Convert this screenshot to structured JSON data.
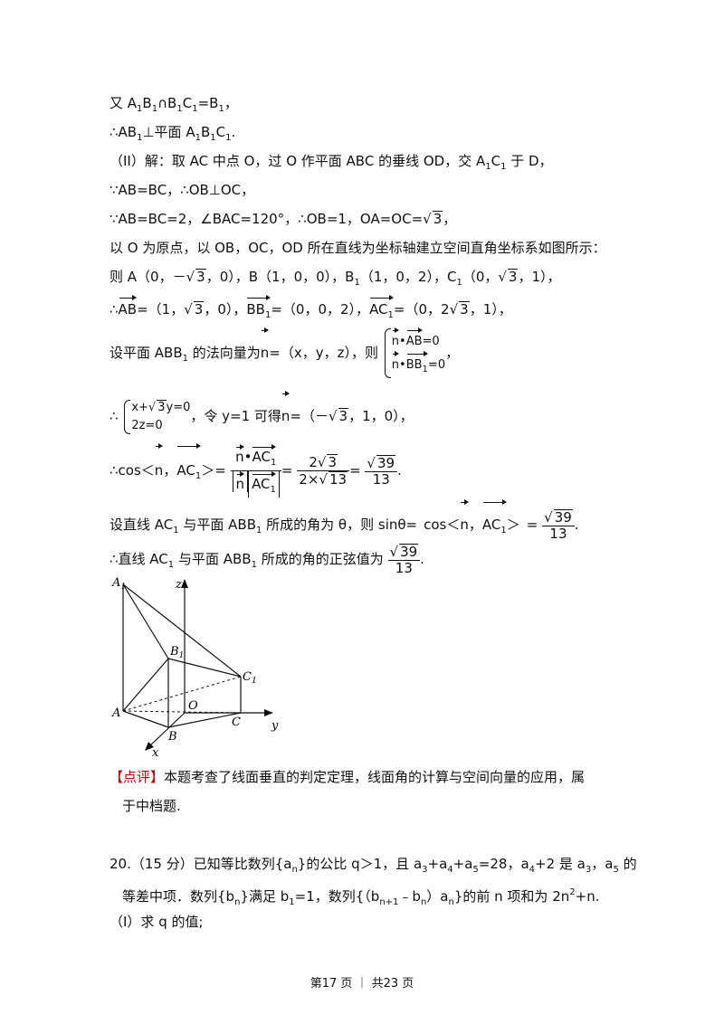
{
  "lines": {
    "l1": {
      "a": "又 A",
      "b": "1",
      "c": "B",
      "d": "1",
      "e": "∩B",
      "f": "1",
      "g": "C",
      "h": "1",
      "i": "=B",
      "j": "1",
      "k": "，"
    },
    "l2": {
      "a": "∴AB",
      "b": "1",
      "c": "⊥平面 A",
      "d": "1",
      "e": "B",
      "f": "1",
      "g": "C",
      "h": "1",
      "i": "."
    },
    "l3": "（II）解：取 AC 中点 O，过 O 作平面 ABC 的垂线 OD，交 A",
    "l3b": "1",
    "l3c": "C",
    "l3d": "1",
    "l3e": " 于 D，",
    "l4": "∵AB=BC，∴OB⊥OC，",
    "l5a": "∵AB=BC=2，∠BAC=120°，∴OB=1，OA=OC=",
    "l6": "以 O 为原点，以 OB，OC，OD 所在直线为坐标轴建立空间直角坐标系如图所示：",
    "l7": {
      "a": "则 A（0，－",
      "b": "，0），B（1，0，0），B",
      "c": "1",
      "d": "（1，0，2），C",
      "e": "1",
      "f": "（0，",
      "g": "，1），"
    },
    "l8": {
      "a": "∴",
      "b": "=（1，",
      "c": "，0），",
      "d": "=（0，0，2），",
      "e": "=（0，2",
      "f": "，1），"
    },
    "l9": {
      "a": "设平面 ABB",
      "b": "1",
      "c": " 的法向量为",
      "d": "=（x，y，z），则",
      "e1": "•",
      "e2": "=0",
      "f1": "•",
      "f2": "=0",
      "g": "，"
    },
    "l10": {
      "a": "∴",
      "s1": "x+",
      "s1b": "y=0",
      "s2": "2z=0",
      "b": "，令 y=1 可得",
      "c": "=（－",
      "d": "，1，0），"
    },
    "l11": {
      "a": "∴cos＜",
      "b": "，",
      "c": "＞=",
      "d": "=",
      "e": "=",
      "f": "."
    },
    "l12": {
      "a": "设直线 AC",
      "b": "1",
      "c": " 与平面 ABB",
      "d": "1",
      "e": " 所成的角为 θ，则 sinθ=",
      "f": "cos＜",
      "g": "，",
      "h": "＞",
      "i": "=",
      "j": "."
    },
    "l13": {
      "a": "∴直线 AC",
      "b": "1",
      "c": " 与平面 ABB",
      "d": "1",
      "e": " 所成的角的正弦值为",
      "f": "."
    }
  },
  "math": {
    "sqrt3": "√",
    "r3": "3",
    "r39": "39",
    "r13": "13",
    "n": "n",
    "AB": "AB",
    "BB1": "BB",
    "AC1": "AC",
    "one": "1",
    "two": "2",
    "two_times": "2×",
    "den13": "13"
  },
  "comment": {
    "tag": "【点评】",
    "text1": "本题考查了线面垂直的判定定理，线面角的计算与空间向量的应用，属",
    "text2": "于中档题."
  },
  "q20": {
    "l1a": "20.（15 分）已知等比数列{a",
    "l1b": "n",
    "l1c": "}的公比 q＞1，且 a",
    "l1d": "3",
    "l1e": "+a",
    "l1f": "4",
    "l1g": "+a",
    "l1h": "5",
    "l1i": "=28，a",
    "l1j": "4",
    "l1k": "+2 是 a",
    "l1l": "3",
    "l1m": "，a",
    "l1n": "5",
    "l1o": " 的",
    "l2a": "等差中项．数列{b",
    "l2b": "n",
    "l2c": "}满足 b",
    "l2d": "1",
    "l2e": "=1，数列{（b",
    "l2f": "n+1",
    "l2g": "﹣b",
    "l2h": "n",
    "l2i": "）a",
    "l2j": "n",
    "l2k": "}的前 n 项和为 2n",
    "l2l": "2",
    "l2m": "+n.",
    "l3": "（Ⅰ）求 q 的值;"
  },
  "figure": {
    "A1": "A",
    "A1s": "1",
    "B1": "B",
    "B1s": "1",
    "C1": "C",
    "C1s": "1",
    "A": "A",
    "B": "B",
    "C": "C",
    "O": "O",
    "x": "x",
    "y": "y",
    "z": "z"
  },
  "footer": "第17 页  ｜ 共23 页"
}
